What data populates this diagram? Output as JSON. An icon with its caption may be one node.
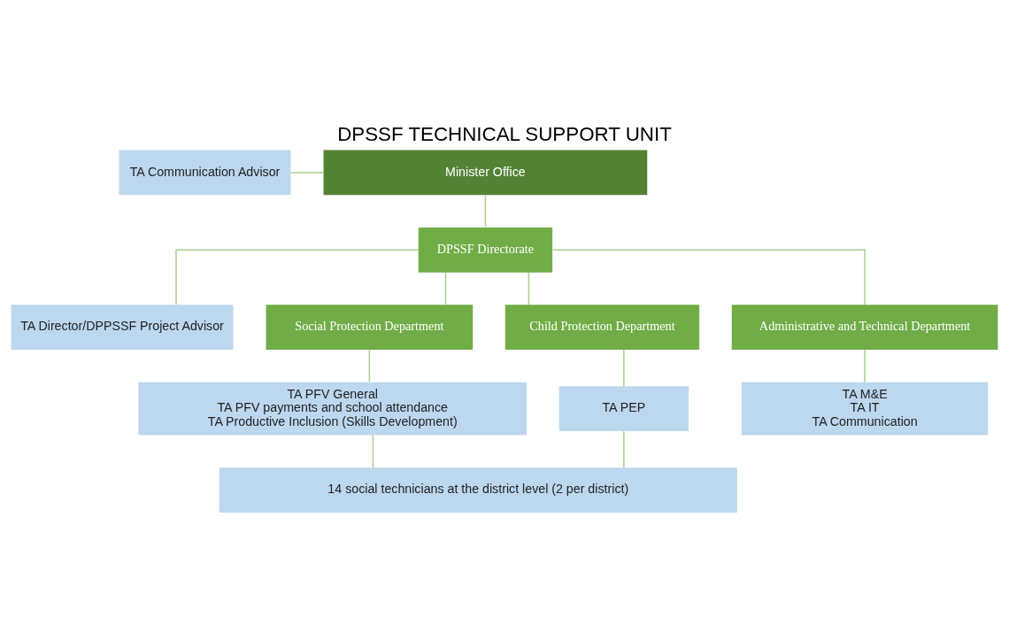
{
  "diagram": {
    "title": "DPSSF TECHNICAL SUPPORT UNIT",
    "nodes": [
      {
        "text": [
          "TA Communication Advisor"
        ]
      },
      {
        "text": [
          "Minister Office"
        ]
      },
      {
        "text": [
          "DPSSF Directorate"
        ]
      },
      {
        "text": [
          "TA Director/DPPSSF Project Advisor"
        ]
      },
      {
        "text": [
          "Social Protection Department"
        ]
      },
      {
        "text": [
          "Child Protection Department"
        ]
      },
      {
        "text": [
          "Administrative and Technical Department"
        ]
      },
      {
        "text": [
          "TA PFV General",
          "TA PFV payments and school attendance",
          "TA Productive Inclusion (Skills Development)"
        ]
      },
      {
        "text": [
          "TA PEP"
        ]
      },
      {
        "text": [
          "TA M&E",
          "TA IT",
          "TA Communication"
        ]
      },
      {
        "text": [
          "14 social technicians at the district level (2 per district)"
        ]
      }
    ],
    "edges": [
      {
        "from": 0,
        "to": 1,
        "arrow": "none"
      },
      {
        "from": 1,
        "to": 2,
        "arrow": "none"
      },
      {
        "from": 2,
        "to": 3,
        "arrow": "none"
      },
      {
        "from": 2,
        "to": 4,
        "arrow": "none"
      },
      {
        "from": 2,
        "to": 5,
        "arrow": "none"
      },
      {
        "from": 2,
        "to": 6,
        "arrow": "none"
      },
      {
        "from": 4,
        "to": 7,
        "arrow": "none"
      },
      {
        "from": 5,
        "to": 8,
        "arrow": "none"
      },
      {
        "from": 6,
        "to": 9,
        "arrow": "none"
      },
      {
        "from": 7,
        "to": 10,
        "arrow": "none"
      },
      {
        "from": 8,
        "to": 10,
        "arrow": "none"
      }
    ]
  }
}
